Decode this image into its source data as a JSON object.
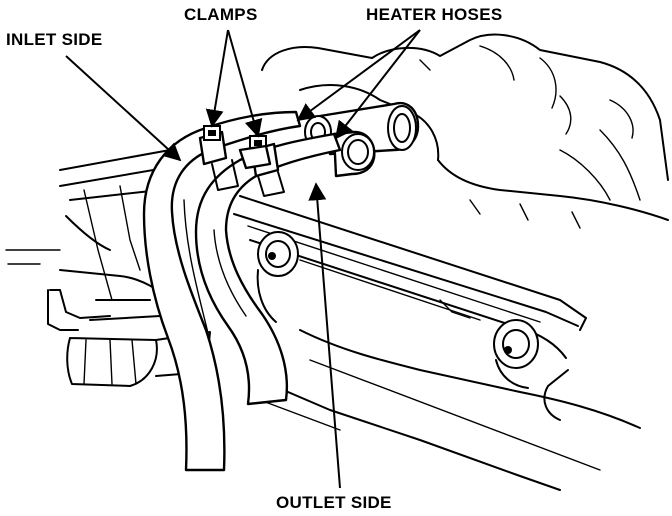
{
  "diagram": {
    "labels": {
      "inlet_side": "INLET SIDE",
      "clamps": "CLAMPS",
      "heater_hoses": "HEATER HOSES",
      "outlet_side": "OUTLET SIDE"
    }
  }
}
